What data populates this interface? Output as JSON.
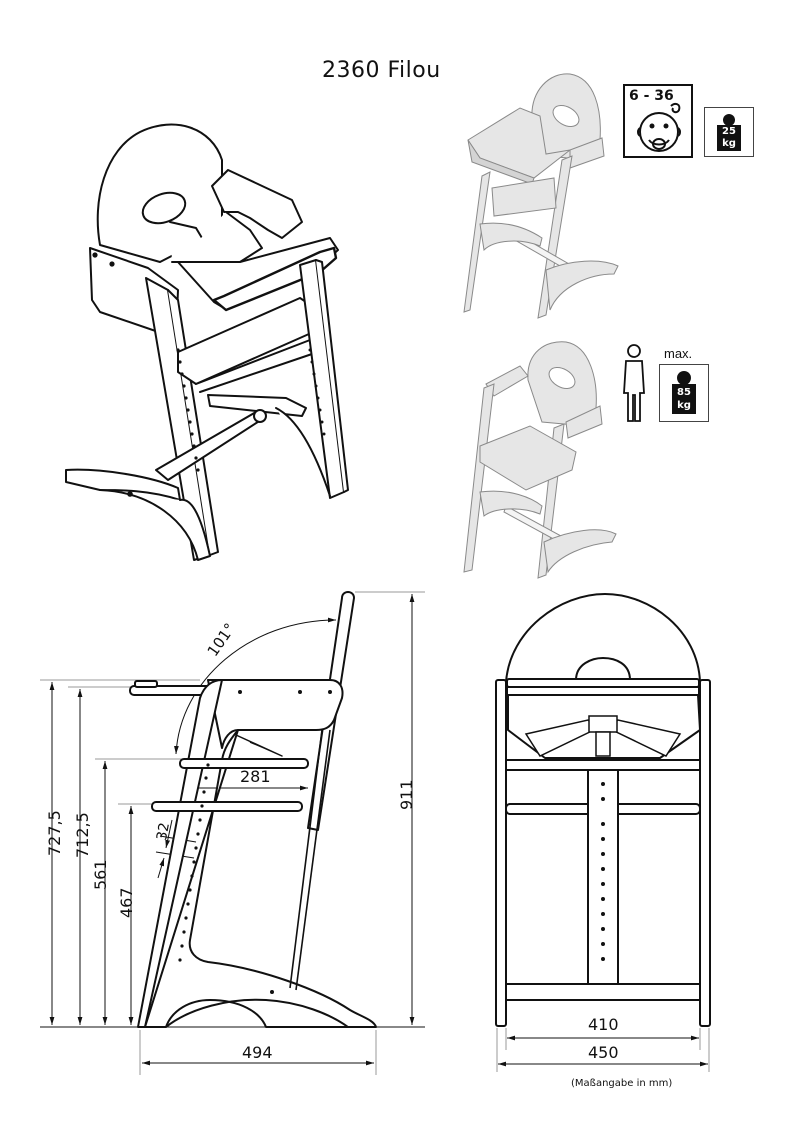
{
  "title": "2360 Filou",
  "badges": {
    "age_range": {
      "label": "6 - 36",
      "icon": "baby-face-icon"
    },
    "weight_child": {
      "value": "25",
      "unit": "kg",
      "icon": "weight-icon"
    },
    "adult": {
      "icon": "person-icon",
      "max_label": "max."
    },
    "weight_adult": {
      "value": "85",
      "unit": "kg",
      "icon": "weight-icon"
    }
  },
  "side_view": {
    "angle": "101°",
    "dims": {
      "h_total_seat": "727,5",
      "h_tray": "712,5",
      "h_seat": "561",
      "h_footrest": "467",
      "hole_spacing": "32",
      "seat_depth": "281",
      "overall_height": "911",
      "base_length": "494"
    }
  },
  "front_view": {
    "dims": {
      "inner_width": "410",
      "outer_width": "450"
    }
  },
  "note": "(Maßangabe in mm)",
  "colors": {
    "line": "#111111",
    "render_fill": "#e6e6e6",
    "render_stroke": "#8a8a8a"
  }
}
